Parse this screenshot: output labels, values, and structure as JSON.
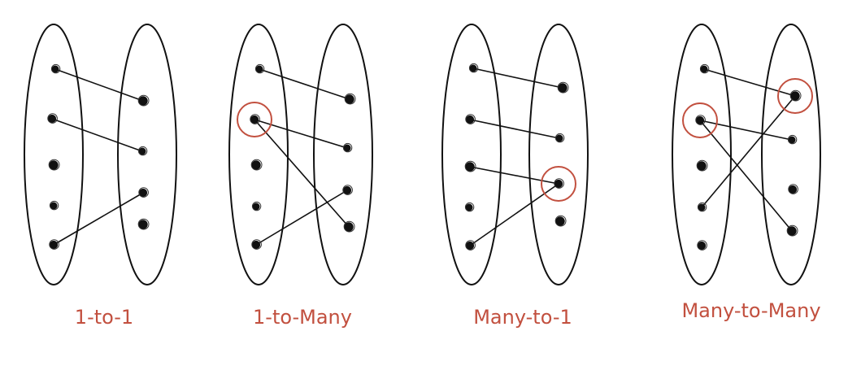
{
  "colors": {
    "ink": "#111111",
    "accent": "#c2503f"
  },
  "panels": [
    {
      "label": "1-to-1",
      "left": [
        {
          "id": "a"
        },
        {
          "id": "b"
        },
        {
          "id": "c"
        },
        {
          "id": "d"
        },
        {
          "id": "e"
        }
      ],
      "right": [
        {
          "id": "p"
        },
        {
          "id": "q"
        },
        {
          "id": "r"
        },
        {
          "id": "s"
        }
      ],
      "edges": [
        [
          "a",
          "p"
        ],
        [
          "b",
          "q"
        ],
        [
          "e",
          "r"
        ]
      ],
      "highlighted": []
    },
    {
      "label": "1-to-Many",
      "left": [
        {
          "id": "a"
        },
        {
          "id": "b"
        },
        {
          "id": "c"
        },
        {
          "id": "d"
        },
        {
          "id": "e"
        }
      ],
      "right": [
        {
          "id": "p"
        },
        {
          "id": "q"
        },
        {
          "id": "r"
        },
        {
          "id": "s"
        }
      ],
      "edges": [
        [
          "a",
          "p"
        ],
        [
          "b",
          "q"
        ],
        [
          "b",
          "s"
        ],
        [
          "e",
          "r"
        ]
      ],
      "highlighted": [
        "left:b"
      ]
    },
    {
      "label": "Many-to-1",
      "left": [
        {
          "id": "a"
        },
        {
          "id": "b"
        },
        {
          "id": "c"
        },
        {
          "id": "d"
        },
        {
          "id": "e"
        }
      ],
      "right": [
        {
          "id": "p"
        },
        {
          "id": "q"
        },
        {
          "id": "r"
        },
        {
          "id": "s"
        }
      ],
      "edges": [
        [
          "a",
          "p"
        ],
        [
          "b",
          "q"
        ],
        [
          "c",
          "r"
        ],
        [
          "e",
          "r"
        ]
      ],
      "highlighted": [
        "right:r"
      ]
    },
    {
      "label": "Many-to-Many",
      "left": [
        {
          "id": "a"
        },
        {
          "id": "b"
        },
        {
          "id": "c"
        },
        {
          "id": "d"
        },
        {
          "id": "e"
        }
      ],
      "right": [
        {
          "id": "p"
        },
        {
          "id": "q"
        },
        {
          "id": "r"
        },
        {
          "id": "s"
        }
      ],
      "edges": [
        [
          "a",
          "p"
        ],
        [
          "b",
          "q"
        ],
        [
          "b",
          "s"
        ],
        [
          "d",
          "p"
        ]
      ],
      "highlighted": [
        "left:b",
        "right:p"
      ]
    }
  ]
}
